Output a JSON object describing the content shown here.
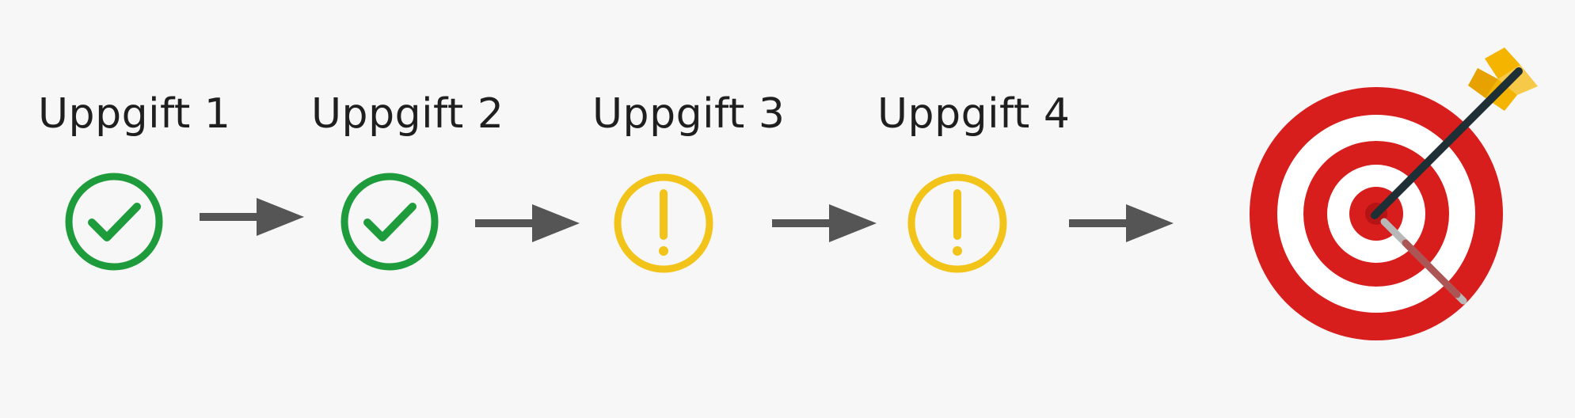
{
  "tasks": [
    {
      "label": "Uppgift 1",
      "status": "done",
      "icon": "check-circle-icon"
    },
    {
      "label": "Uppgift 2",
      "status": "done",
      "icon": "check-circle-icon"
    },
    {
      "label": "Uppgift 3",
      "status": "attention",
      "icon": "exclamation-circle-icon"
    },
    {
      "label": "Uppgift 4",
      "status": "attention",
      "icon": "exclamation-circle-icon"
    }
  ],
  "goal": {
    "icon": "target-with-arrow-icon"
  },
  "colors": {
    "done": "#1e9b3a",
    "attention": "#f2c318",
    "arrow": "#555555",
    "target_red": "#d81d1d",
    "target_white": "#ffffff",
    "arrow_shaft": "#1f2f36",
    "fletching": "#f4b400",
    "background": "#f7f7f7"
  }
}
